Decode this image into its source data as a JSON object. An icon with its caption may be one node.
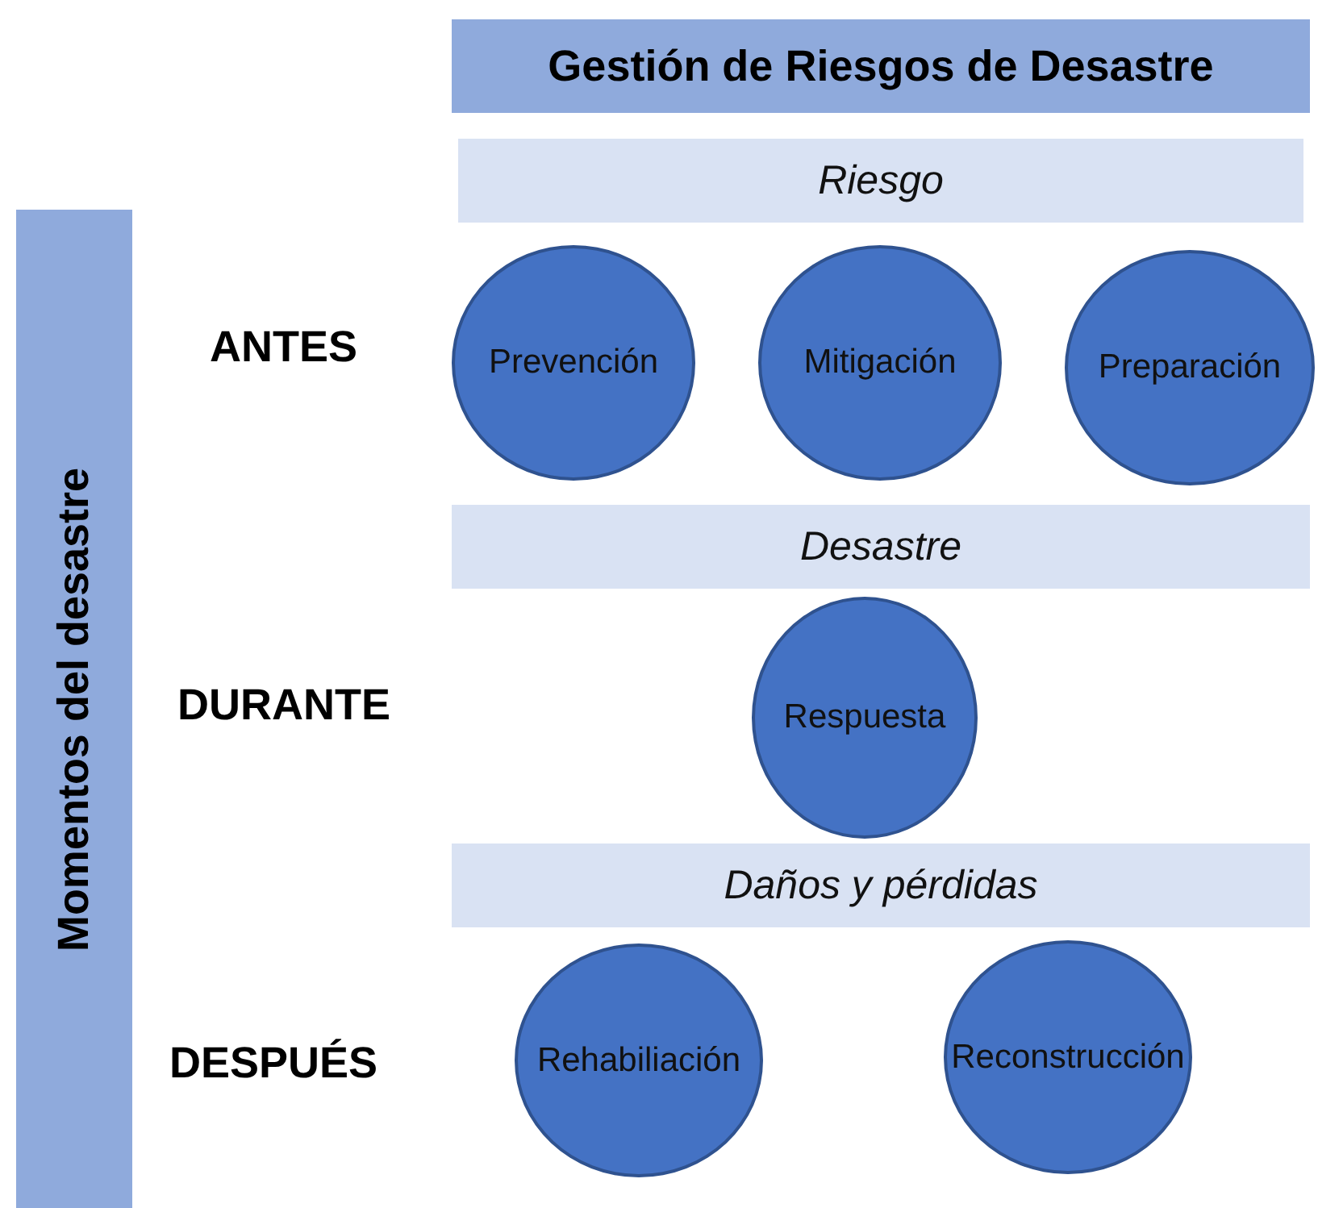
{
  "diagram": {
    "title": "Gestión de Riesgos de Desastre",
    "nodes": [
      {
        "text": [
          "Momentos del desastre"
        ]
      },
      {
        "text": [
          "Riesgo"
        ]
      },
      {
        "text": [
          "Prevención"
        ]
      },
      {
        "text": [
          "Mitigación"
        ]
      },
      {
        "text": [
          "Preparación"
        ]
      },
      {
        "text": [
          "Desastre"
        ]
      },
      {
        "text": [
          "Respuesta"
        ]
      },
      {
        "text": [
          "Daños y pérdidas"
        ]
      },
      {
        "text": [
          "Rehabiliación"
        ]
      },
      {
        "text": [
          "Reconstrucción"
        ]
      }
    ],
    "labels": [
      "ANTES",
      "DURANTE",
      "DESPUÉS"
    ]
  }
}
